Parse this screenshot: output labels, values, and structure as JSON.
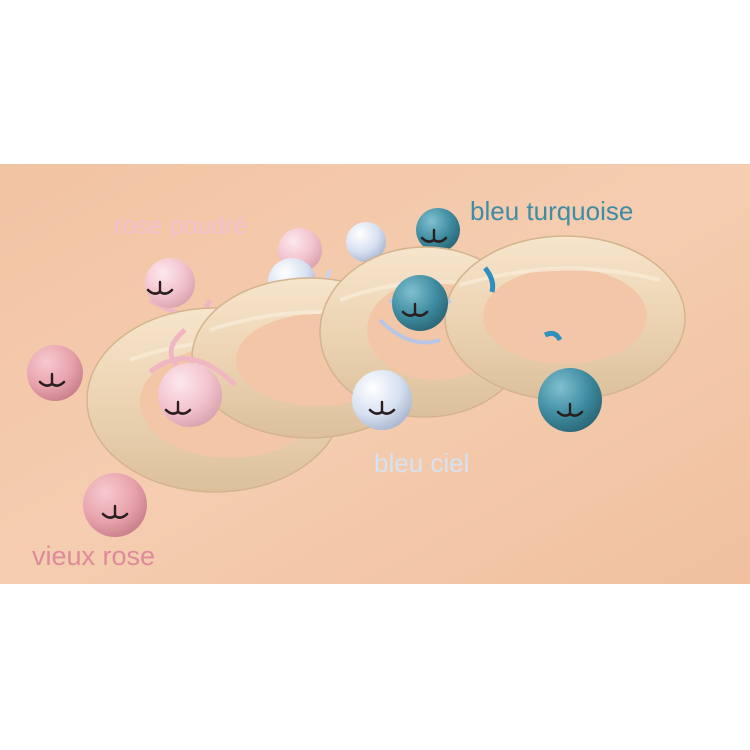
{
  "colors": {
    "background": "#f3c8aa",
    "wood": "#eed7b8",
    "vieux_rose": "#e8a3ad",
    "rose_poudre": "#f2c3cd",
    "bleu_ciel": "#d7e1f1",
    "bleu_turquoise": "#3e8ba0"
  },
  "captions": [
    {
      "text": "rose poudré",
      "color": "#f2c1cf"
    },
    {
      "text": "bleu turquoise",
      "color": "#3f8ca5"
    },
    {
      "text": "bleu ciel",
      "color": "#d6e2f2"
    },
    {
      "text": "vieux rose",
      "color": "#de8a9a"
    }
  ]
}
